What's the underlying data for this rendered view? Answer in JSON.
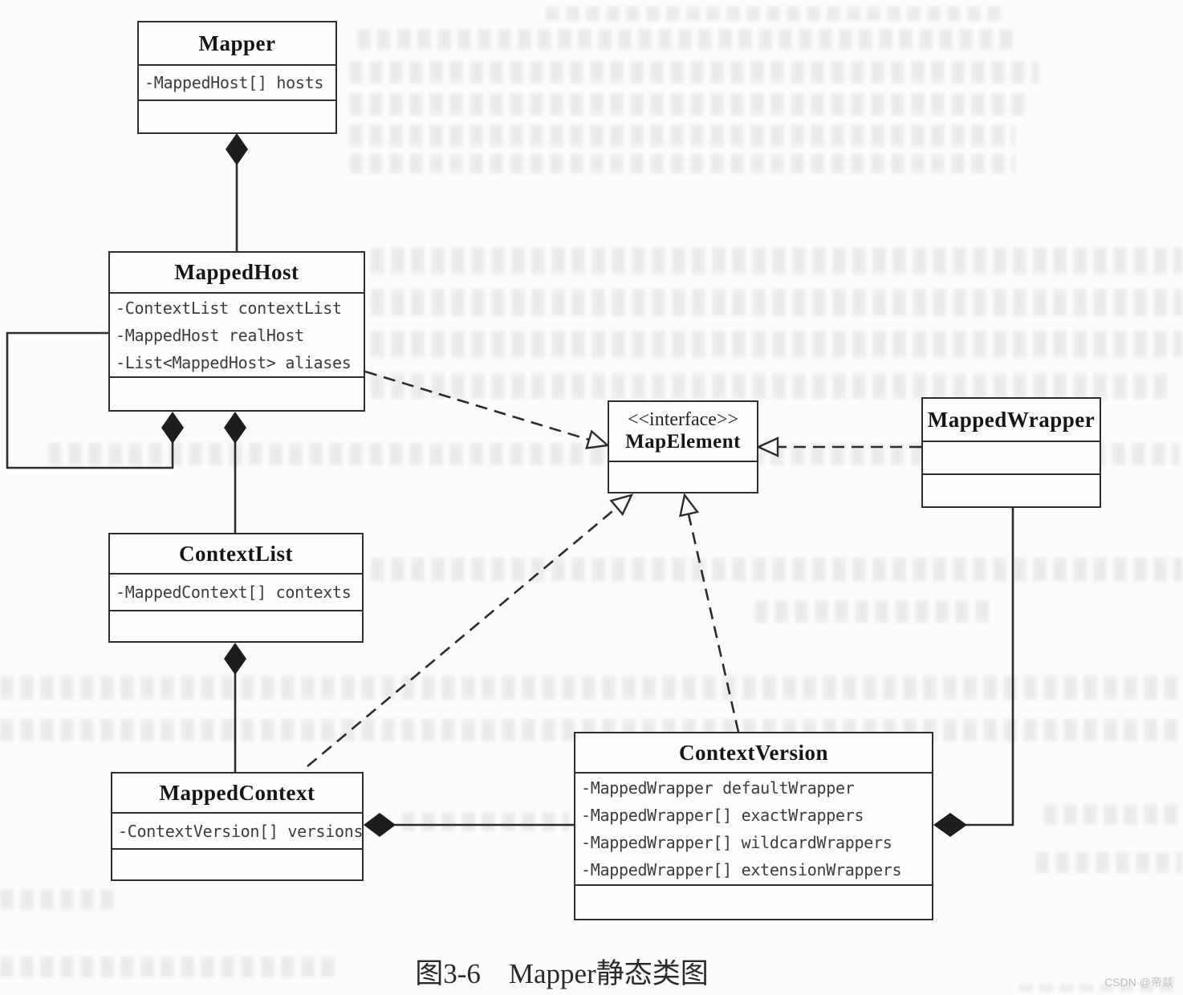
{
  "diagram": {
    "caption": "图3-6　Mapper静态类图",
    "watermark": "CSDN @帝燚",
    "classes": {
      "mapper": {
        "name": "Mapper",
        "attributes": [
          "-MappedHost[] hosts"
        ]
      },
      "mappedHost": {
        "name": "MappedHost",
        "attributes": [
          "-ContextList contextList",
          "-MappedHost realHost",
          "-List<MappedHost> aliases"
        ]
      },
      "contextList": {
        "name": "ContextList",
        "attributes": [
          "-MappedContext[] contexts"
        ]
      },
      "mappedContext": {
        "name": "MappedContext",
        "attributes": [
          "-ContextVersion[] versions"
        ]
      },
      "contextVersion": {
        "name": "ContextVersion",
        "attributes": [
          "-MappedWrapper defaultWrapper",
          "-MappedWrapper[] exactWrappers",
          "-MappedWrapper[] wildcardWrappers",
          "-MappedWrapper[] extensionWrappers"
        ]
      },
      "mapElement": {
        "stereotype": "<<interface>>",
        "name": "MapElement"
      },
      "mappedWrapper": {
        "name": "MappedWrapper"
      }
    },
    "relationships": [
      {
        "from": "Mapper",
        "to": "MappedHost",
        "type": "composition"
      },
      {
        "from": "MappedHost",
        "to": "MappedHost",
        "type": "composition-self (aliases)"
      },
      {
        "from": "MappedHost",
        "to": "ContextList",
        "type": "composition"
      },
      {
        "from": "ContextList",
        "to": "MappedContext",
        "type": "composition"
      },
      {
        "from": "MappedContext",
        "to": "ContextVersion",
        "type": "composition"
      },
      {
        "from": "ContextVersion",
        "to": "MappedWrapper",
        "type": "composition"
      },
      {
        "from": "MappedHost",
        "to": "MapElement",
        "type": "realization (dashed)"
      },
      {
        "from": "MappedContext",
        "to": "MapElement",
        "type": "realization (dashed)"
      },
      {
        "from": "ContextVersion",
        "to": "MapElement",
        "type": "realization (dashed)"
      },
      {
        "from": "MappedWrapper",
        "to": "MapElement",
        "type": "realization (dashed)"
      }
    ],
    "colors": {
      "line": "#2b2b2b",
      "box_border": "#2e2e2e",
      "paper": "#fcfcfa",
      "diamond_fill": "#1d1d1d"
    }
  }
}
